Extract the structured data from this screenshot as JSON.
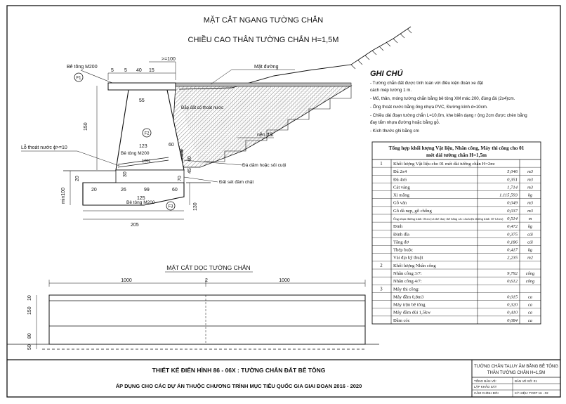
{
  "cross_section": {
    "title": "MẶT CẮT NGANG TƯỜNG CHẮN",
    "subtitle": "CHIỀU CAO THÂN TƯỜNG CHẮN H=1,5M",
    "labels": {
      "be_tong_top": "Bê tông M200",
      "f1": "F1",
      "f2": "F2",
      "f3": "F3",
      "mat_duong": "Mặt đường",
      "dap_dat": "Đắp đất cố thoát nước",
      "nen_dat": "nền đất",
      "lo_thoat_nuoc": "Lỗ thoát nước ϕ>=10",
      "be_tong_mid": "Bê tông M200",
      "da_dam": "Đá dăm hoặc sỏi cuội",
      "dat_set": "Đất sét đầm chặt",
      "be_tong_bottom": "Bê tông M200",
      "slope_ratio": "10%"
    },
    "dims": {
      "d_100_top": ">=100",
      "d_5a": "5",
      "d_40": "40",
      "d_5b": "5",
      "d_15": "15",
      "d_55": "55",
      "d_150": "150",
      "d_123": "123",
      "d_60": "60",
      "d_40b": "40",
      "d_45": "45",
      "d_30": "30",
      "d_min100": "min100",
      "d_20": "20",
      "d_26": "26",
      "d_99": "99",
      "d_60b": "60",
      "d_125": "125",
      "d_70": "70",
      "d_130": "130",
      "d_205": "205",
      "d_20b": "20"
    }
  },
  "notes": {
    "title": "GHI CHÚ",
    "items": [
      "- Tường chắn đất được tính toán với điều kiện đoàn xe đặt",
      "cách mép tường 1 m.",
      "- Mố, thân, móng tường chắn bằng bê tông XM mác 200, đúng đá (2x4)cm.",
      "- Ống thoát nước bằng ống nhựa PVC, Đường kính d=10cm.",
      "- Chiều dài đoạn tường chắn L=10,0m, khe biến dạng r ộng 2cm được chèn bằng",
      "đay tẩm nhựa đường hoặc bằng gỗ.",
      "- Kích thước ghi bằng cm"
    ]
  },
  "table": {
    "title_line1": "Tổng hợp khối lượng Vật liệu, Nhân công, Máy thi công cho 01",
    "title_line2": "mét dài tường chắn H=1,5m",
    "rows": [
      {
        "no": "1",
        "name": "Khối lượng Vật liệu cho 01 mét dài tường chắn H=2m:",
        "value": "",
        "unit": ""
      },
      {
        "no": "",
        "name": "Đá 2x4",
        "value": "5,046",
        "unit": "m3"
      },
      {
        "no": "",
        "name": "Đá 4x6",
        "value": "0,351",
        "unit": "m3"
      },
      {
        "no": "",
        "name": "Cát vàng",
        "value": "1,714",
        "unit": "m3"
      },
      {
        "no": "",
        "name": "Xi măng",
        "value": "1.115,593",
        "unit": "kg"
      },
      {
        "no": "",
        "name": "Gỗ ván",
        "value": "0,049",
        "unit": "m3"
      },
      {
        "no": "",
        "name": "Gỗ đà nẹp, gỗ chống",
        "value": "0,037",
        "unit": "m3"
      },
      {
        "no": "",
        "name": "Ống nhựa đường kính 10cm (cả thẻ thay thế bằng các cấu kiện dường kính 10-12cm)",
        "value": "0,514",
        "unit": "m"
      },
      {
        "no": "",
        "name": "Đinh",
        "value": "0,472",
        "unit": "kg"
      },
      {
        "no": "",
        "name": "Đinh đĩa",
        "value": "0,375",
        "unit": "cái"
      },
      {
        "no": "",
        "name": "Tăng đơ",
        "value": "0,186",
        "unit": "cái"
      },
      {
        "no": "",
        "name": "Thép buộc",
        "value": "0,417",
        "unit": "kg"
      },
      {
        "no": "",
        "name": "Vải địa kỹ thuật",
        "value": "2,235",
        "unit": "m2"
      },
      {
        "no": "2",
        "name": "Khối lượng Nhân công",
        "value": "",
        "unit": ""
      },
      {
        "no": "",
        "name": "Nhân công 3/7:",
        "value": "9,792",
        "unit": "công"
      },
      {
        "no": "",
        "name": "Nhân công 4/7:",
        "value": "0,612",
        "unit": "công"
      },
      {
        "no": "3",
        "name": "Máy thi công:",
        "value": "",
        "unit": ""
      },
      {
        "no": "",
        "name": "Máy đầm 0,8m3",
        "value": "0,015",
        "unit": "ca"
      },
      {
        "no": "",
        "name": "Máy trộn bê tông",
        "value": "0,320",
        "unit": "ca"
      },
      {
        "no": "",
        "name": "Máy đầm dùi 1,5kw",
        "value": "0,410",
        "unit": "ca"
      },
      {
        "no": "",
        "name": "Đầm cóc",
        "value": "0,084",
        "unit": "ca"
      }
    ]
  },
  "long_section": {
    "title": "MẶT CẮT DỌC TƯỜNG CHẮN",
    "d_left": "1000",
    "d_mid": "2",
    "d_right": "1000",
    "d_150": "150",
    "d_10": "10",
    "d_80": "80",
    "d_50": "50"
  },
  "footer": {
    "line1": "THIẾT KẾ ĐIỂN HÌNH 86 - 06X :  TƯỜNG CHẮN ĐẤT BÊ TÔNG",
    "line2": "ÁP DỤNG CHO CÁC DỰ ÁN THUỘC CHƯƠNG TRÌNH MỤC TIÊU QUỐC GIA GIAI ĐOẠN 2016 - 2020",
    "box_title1": "TƯỜNG CHẮN TALUY ÂM  BẰNG BÊ TÔNG",
    "box_title2": "THÂN TƯỜNG CHẮN H=1,5M",
    "box_rows": [
      "TỔNG BẢN VẼ:",
      "LẬP KHẢO SÁT",
      "CẢM CHÍNH ĐÒI",
      "BẢN VẼ SỐ: 01",
      "KÝ HIỆU: TCĐT 16 - 02"
    ]
  }
}
